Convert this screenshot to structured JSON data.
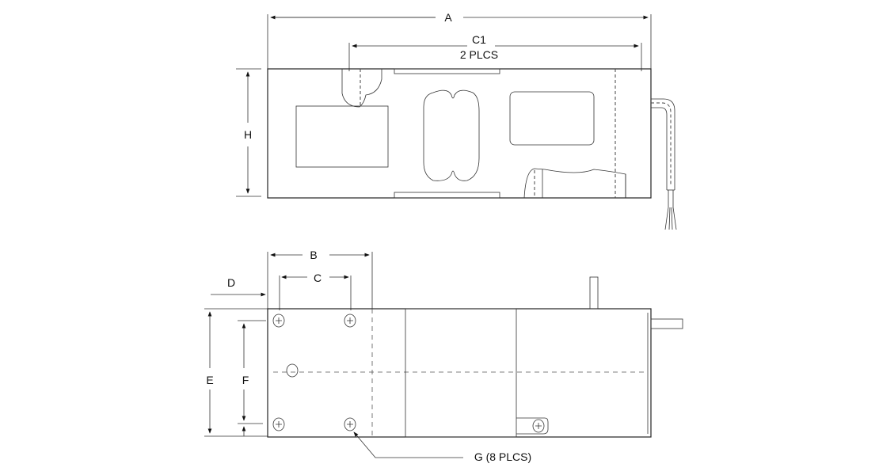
{
  "labels": {
    "A": "A",
    "C1": "C1",
    "C1_note": "2 PLCS",
    "H": "H",
    "B": "B",
    "C": "C",
    "D": "D",
    "E": "E",
    "F": "F",
    "G": "G (8 PLCS)"
  }
}
